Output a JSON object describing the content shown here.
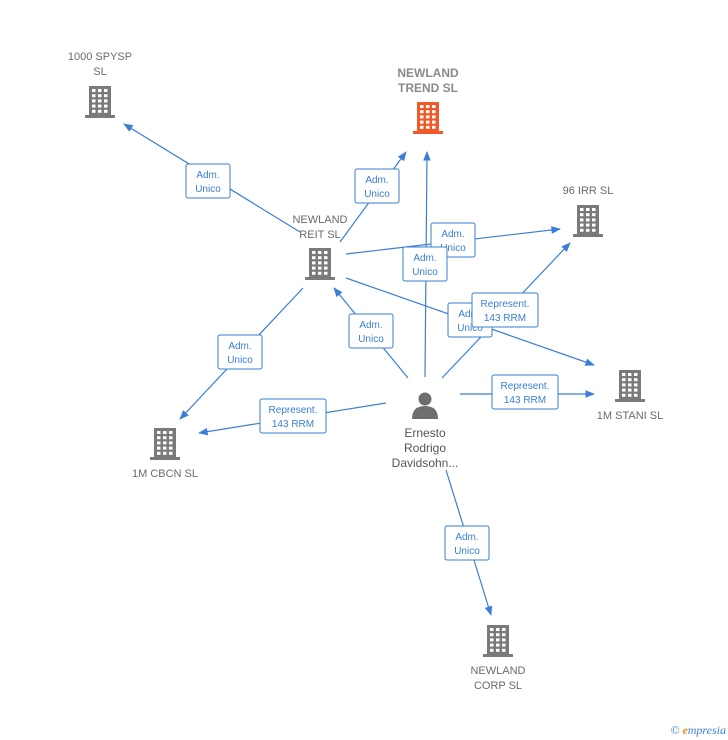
{
  "colors": {
    "edge": "#3a7fd5",
    "company": "#7a7a7a",
    "focus": "#f05a28",
    "person": "#6e6e6e"
  },
  "nodes": [
    {
      "id": "newland-trend",
      "label": "NEWLAND\nTREND  SL",
      "type": "company",
      "focus": true,
      "icon": "building-icon"
    },
    {
      "id": "spysp",
      "label": "1000 SPYSP\nSL",
      "type": "company",
      "icon": "building-icon"
    },
    {
      "id": "irr",
      "label": "96 IRR  SL",
      "type": "company",
      "icon": "building-icon"
    },
    {
      "id": "reit",
      "label": "NEWLAND\nREIT  SL",
      "type": "company",
      "icon": "building-icon"
    },
    {
      "id": "stani",
      "label": "1M STANI  SL",
      "type": "company",
      "icon": "building-icon"
    },
    {
      "id": "cbcn",
      "label": "1M CBCN  SL",
      "type": "company",
      "icon": "building-icon"
    },
    {
      "id": "corp",
      "label": "NEWLAND\nCORP  SL",
      "type": "company",
      "icon": "building-icon"
    },
    {
      "id": "person",
      "label": "Ernesto\nRodrigo\nDavidsohn...",
      "type": "person",
      "icon": "person-icon"
    }
  ],
  "edges": [
    {
      "from": "reit",
      "to": "spysp",
      "label": "Adm.\nUnico"
    },
    {
      "from": "reit",
      "to": "newland-trend",
      "label": "Adm.\nUnico"
    },
    {
      "from": "reit",
      "to": "irr",
      "label": "Adm.\nUnico"
    },
    {
      "from": "reit",
      "to": "stani",
      "label": "Adm.\nUnico"
    },
    {
      "from": "reit",
      "to": "cbcn",
      "label": "Adm.\nUnico"
    },
    {
      "from": "person",
      "to": "newland-trend",
      "label": "Adm.\nUnico"
    },
    {
      "from": "person",
      "to": "reit",
      "label": "Adm.\nUnico"
    },
    {
      "from": "person",
      "to": "irr",
      "label": "Represent.\n143 RRM"
    },
    {
      "from": "person",
      "to": "stani",
      "label": "Represent.\n143 RRM"
    },
    {
      "from": "person",
      "to": "cbcn",
      "label": "Represent.\n143 RRM"
    },
    {
      "from": "person",
      "to": "corp",
      "label": "Adm.\nUnico"
    }
  ],
  "footer": {
    "copyright": "©",
    "brand_first": "e",
    "brand_rest": "mpresia"
  }
}
